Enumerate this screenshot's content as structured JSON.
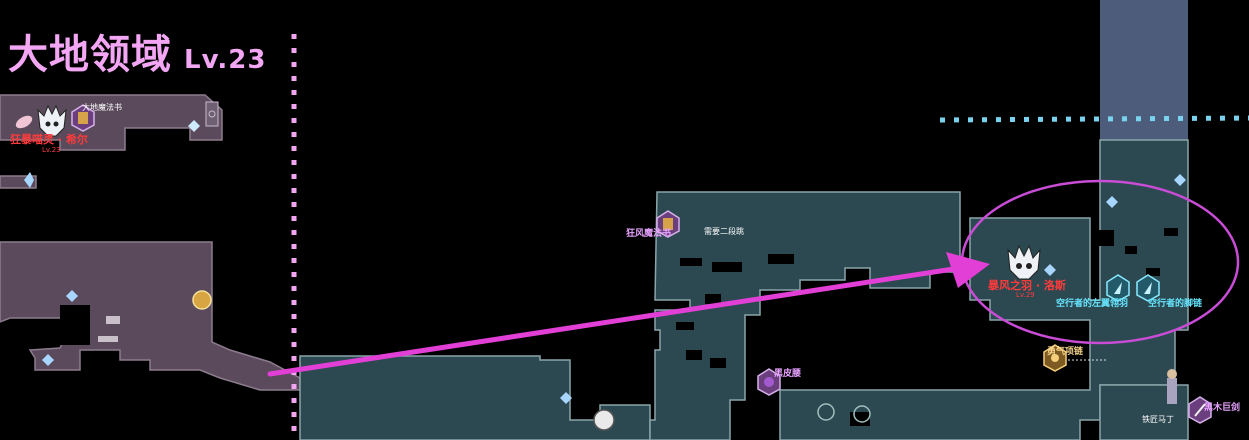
{
  "region": {
    "name": "大地领域",
    "level": "Lv.23"
  },
  "bosses": [
    {
      "name": "狂暴喵灵 · 希尔",
      "level": "Lv.23"
    },
    {
      "name": "暴风之羽 · 洛斯",
      "level": "Lv.29"
    }
  ],
  "items": {
    "earth_grimoire": "大地魔法书",
    "wind_grimoire": "狂风魔法书",
    "double_jump_hint": "需要二段跳",
    "black_leather_belt": "黑皮腰",
    "wanderer_left_wing": "空行者的左翼翎羽",
    "wanderer_anklet": "空行者的脚链",
    "spirit_necklace": "勇气项链",
    "blacksmith": "铁匠马丁",
    "blackwood_greatsword": "黑木巨剑"
  },
  "colors": {
    "left_zone": "#5a4a5c",
    "right_zone": "#2c4850",
    "zone_border": "#8aa6aa",
    "pink_divider": "#f2a6f2",
    "cyan_divider": "#7ad3ee",
    "arrow": "#e23fd6",
    "highlight_ellipse": "#c94cd6",
    "shaft": "#5c6c90"
  },
  "icons": [
    "boss-skull-icon",
    "grimoire-icon",
    "crystal-icon",
    "cocoon-icon",
    "gold-coin-icon",
    "save-shrine-icon",
    "belt-icon",
    "wing-feather-icon",
    "necklace-icon",
    "blacksmith-npc-icon",
    "sword-icon"
  ]
}
